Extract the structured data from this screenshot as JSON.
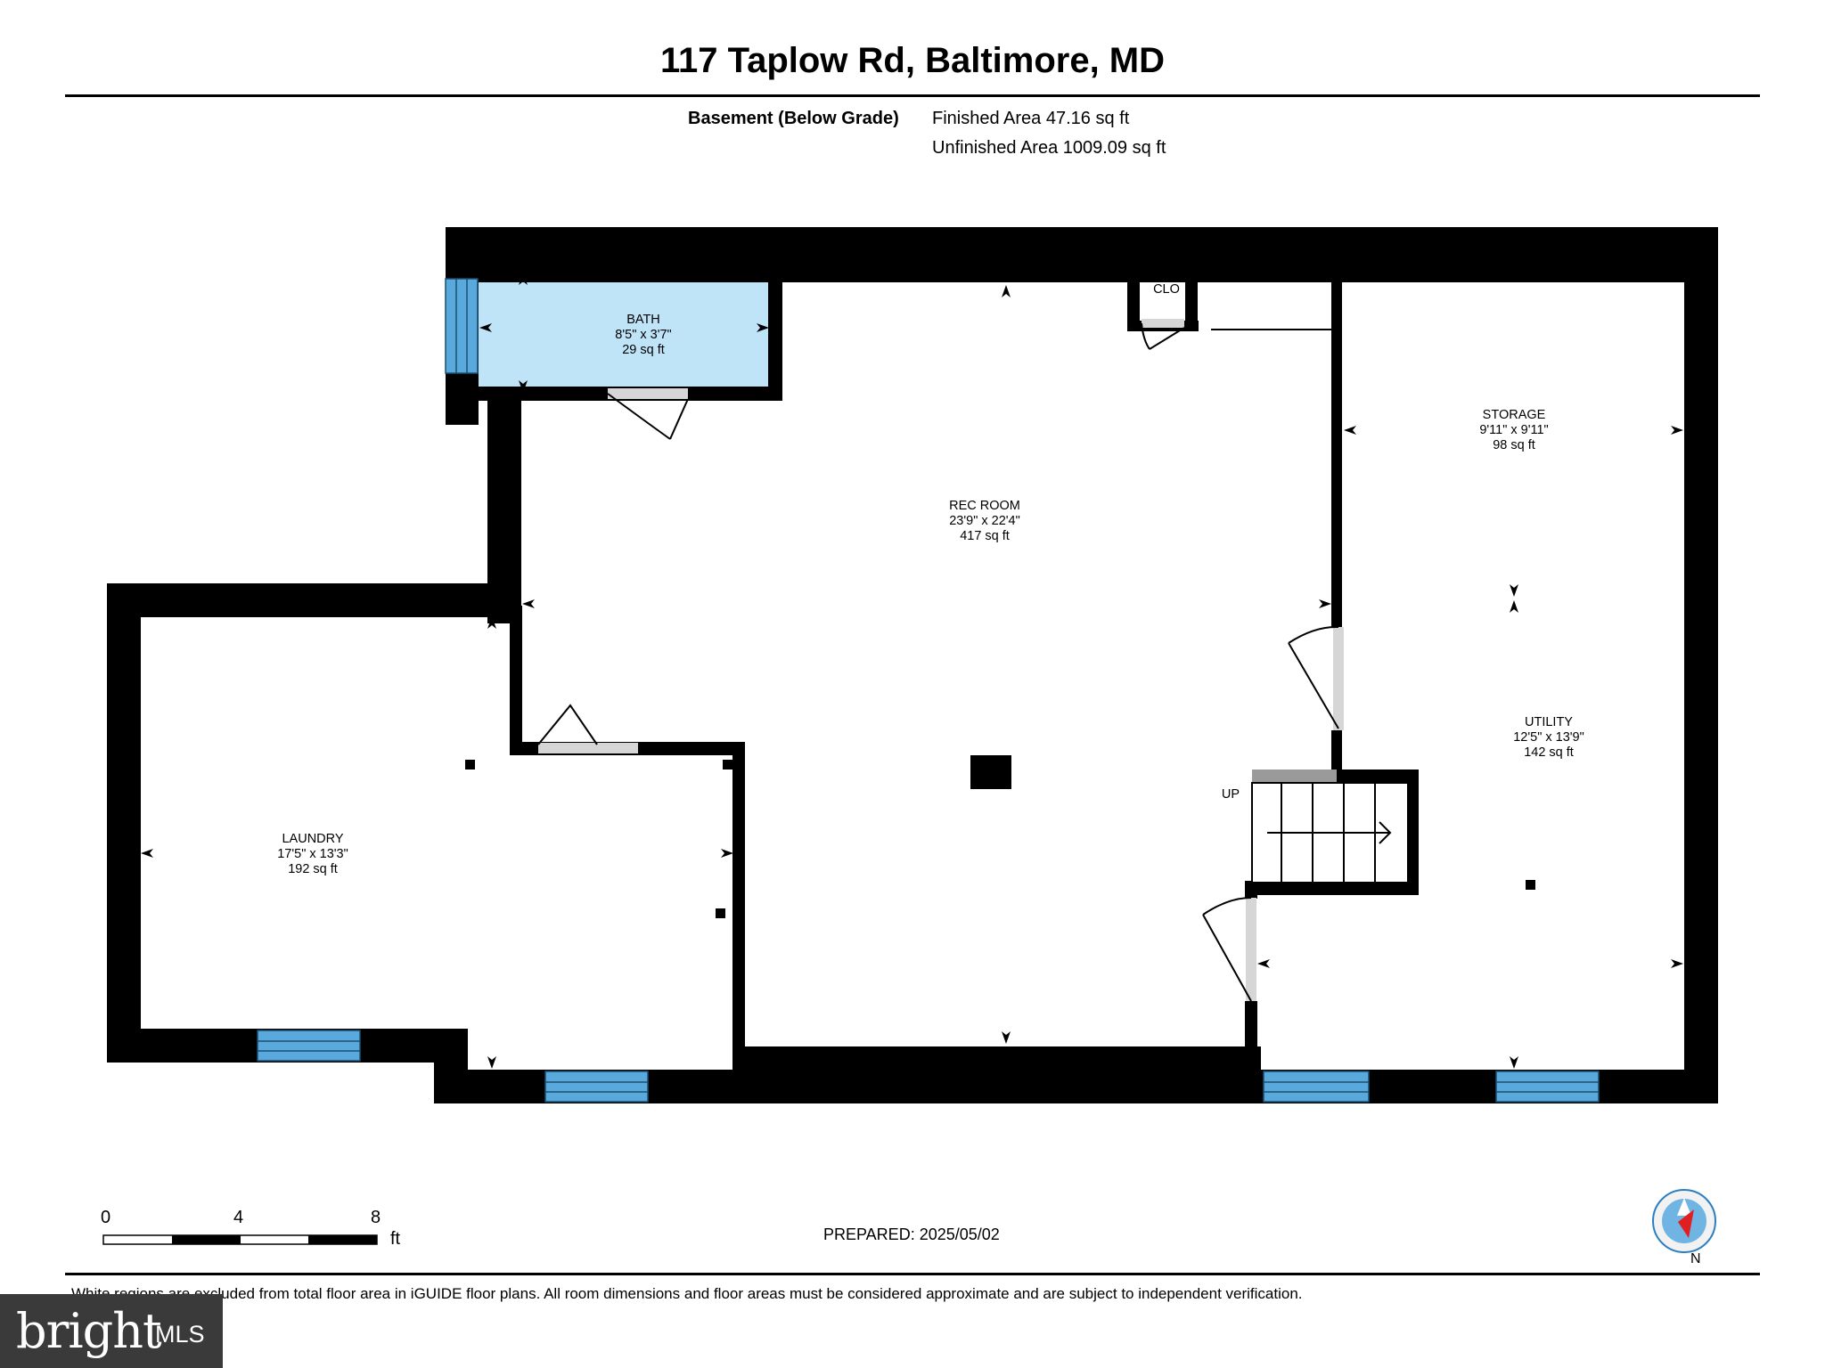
{
  "header": {
    "title": "117 Taplow Rd, Baltimore, MD",
    "level_label": "Basement (Below Grade)",
    "finished_area": "Finished Area 47.16 sq ft",
    "unfinished_area": "Unfinished Area 1009.09 sq ft"
  },
  "rooms": {
    "bath": {
      "name": "BATH",
      "dims": "8'5\" x 3'7\"",
      "area": "29 sq ft"
    },
    "closet": {
      "name": "CLO"
    },
    "rec_room": {
      "name": "REC ROOM",
      "dims": "23'9\" x 22'4\"",
      "area": "417 sq ft"
    },
    "storage": {
      "name": "STORAGE",
      "dims": "9'11\" x 9'11\"",
      "area": "98 sq ft"
    },
    "utility": {
      "name": "UTILITY",
      "dims": "12'5\" x 13'9\"",
      "area": "142 sq ft"
    },
    "laundry": {
      "name": "LAUNDRY",
      "dims": "17'5\" x 13'3\"",
      "area": "192 sq ft"
    }
  },
  "stairs": {
    "label": "UP"
  },
  "scale": {
    "ticks": [
      "0",
      "4",
      "8"
    ],
    "unit": "ft"
  },
  "footer": {
    "prepared": "PREPARED: 2025/05/02",
    "disclaimer": "White regions are excluded from total floor area in iGUIDE floor plans. All room dimensions and floor areas must be considered approximate and are subject to independent verification.",
    "compass_label": "N"
  },
  "branding": {
    "name": "bright",
    "suffix": "MLS"
  },
  "colors": {
    "wall": "#000000",
    "finished_fill": "#bfe3f7",
    "window": "#5aa9dc",
    "door_frame": "#d6d6d6"
  }
}
